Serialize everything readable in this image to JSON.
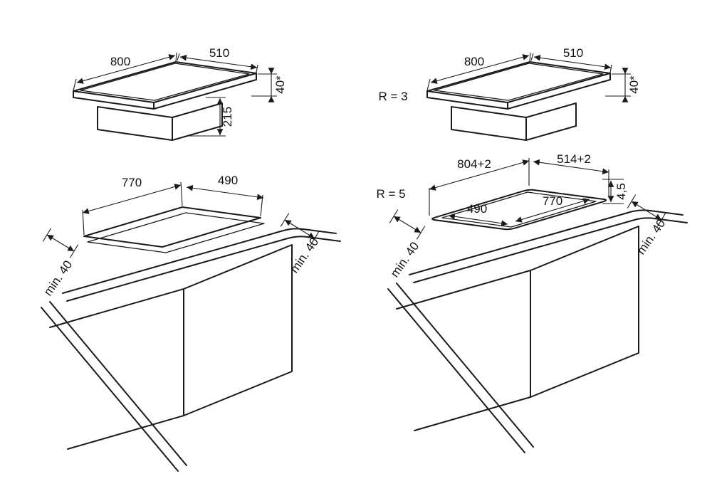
{
  "page": {
    "background": "#ffffff",
    "line_color": "#1a1a1a"
  },
  "top_left": {
    "width": "800",
    "depth": "510",
    "thickness": "40*",
    "body_height": "215"
  },
  "top_right": {
    "radius": "R = 3",
    "width": "800",
    "depth": "510",
    "thickness": "40*"
  },
  "bottom_left": {
    "cutout_width": "770",
    "cutout_depth": "490",
    "clearance_left": "min. 40",
    "clearance_right": "min. 40"
  },
  "bottom_right": {
    "radius": "R = 5",
    "recess_width": "804+2",
    "recess_depth": "514+2",
    "recess_height": "4,5",
    "cutout_depth": "490",
    "cutout_width": "770",
    "clearance_left": "min. 40",
    "clearance_right": "min. 40"
  }
}
